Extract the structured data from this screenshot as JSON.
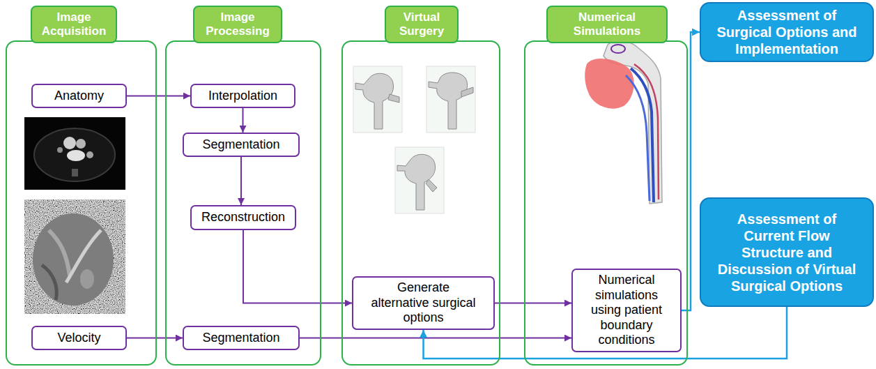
{
  "diagram": {
    "nodes": [
      {
        "text": [
          "Image Acquisition"
        ]
      },
      {
        "text": [
          "Anatomy"
        ],
        "in": 0
      },
      {
        "text": [
          "Velocity"
        ],
        "in": 0
      },
      {
        "text": [
          "Image Processing"
        ]
      },
      {
        "text": [
          "Interpolation"
        ],
        "in": 3
      },
      {
        "text": [
          "Segmentation"
        ],
        "in": 3
      },
      {
        "text": [
          "Reconstruction"
        ],
        "in": 3
      },
      {
        "text": [
          "Segmentation"
        ],
        "in": 3
      },
      {
        "text": [
          "Virtual Surgery"
        ]
      },
      {
        "text": [
          "Generate alternative surgical options"
        ],
        "in": 8
      },
      {
        "text": [
          "Numerical Simulations"
        ]
      },
      {
        "text": [
          "Numerical simulations using patient boundary conditions"
        ],
        "in": 10
      },
      {
        "text": [
          "Assessment of Surgical Options and Implementation"
        ]
      },
      {
        "text": [
          "Assessment of Current Flow Structure and Discussion of Virtual Surgical Options"
        ]
      }
    ],
    "edges": [
      {
        "from": 1,
        "to": 4,
        "arrow": "to"
      },
      {
        "from": 4,
        "to": 5,
        "arrow": "to"
      },
      {
        "from": 5,
        "to": 6,
        "arrow": "to"
      },
      {
        "from": 6,
        "to": 9,
        "arrow": "to"
      },
      {
        "from": 2,
        "to": 7,
        "arrow": "to"
      },
      {
        "from": 7,
        "to": 11,
        "arrow": "to"
      },
      {
        "from": 9,
        "to": 11,
        "arrow": "to"
      },
      {
        "from": 11,
        "to": 12,
        "arrow": "to"
      },
      {
        "from": 13,
        "to": 9,
        "arrow": "to"
      }
    ]
  }
}
